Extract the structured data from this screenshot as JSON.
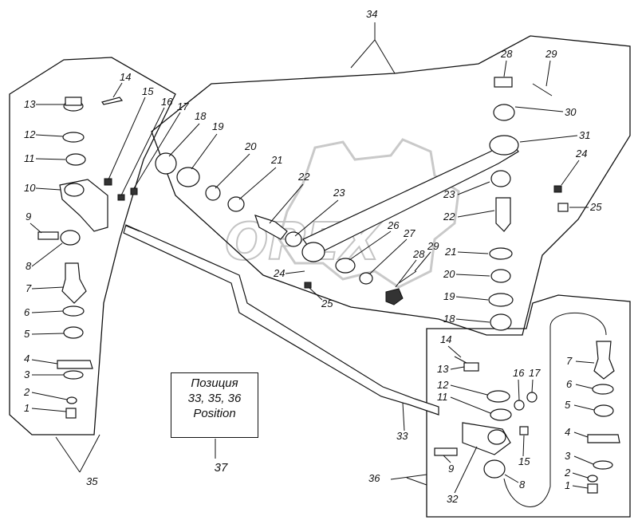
{
  "position_box": {
    "line1": "Позиция",
    "line2": "33, 35, 36",
    "line3": "Position"
  },
  "box_ref": "37",
  "watermark": "OPEX",
  "group_labels": {
    "g34": "34",
    "g35": "35",
    "g36": "36",
    "rod": "33"
  },
  "left_group": [
    "14",
    "15",
    "16",
    "17",
    "13",
    "12",
    "11",
    "10",
    "9",
    "8",
    "7",
    "6",
    "5",
    "4",
    "3",
    "2",
    "1"
  ],
  "top_group": [
    "18",
    "19",
    "20",
    "21",
    "22",
    "23",
    "24",
    "25",
    "26",
    "27",
    "28",
    "29",
    "28",
    "29",
    "30",
    "31",
    "24",
    "25",
    "23",
    "22",
    "21",
    "20",
    "19",
    "18"
  ],
  "bottom_group": [
    "14",
    "13",
    "16",
    "17",
    "12",
    "11",
    "15",
    "9",
    "32",
    "8",
    "7",
    "6",
    "5",
    "4",
    "3",
    "2",
    "1"
  ]
}
